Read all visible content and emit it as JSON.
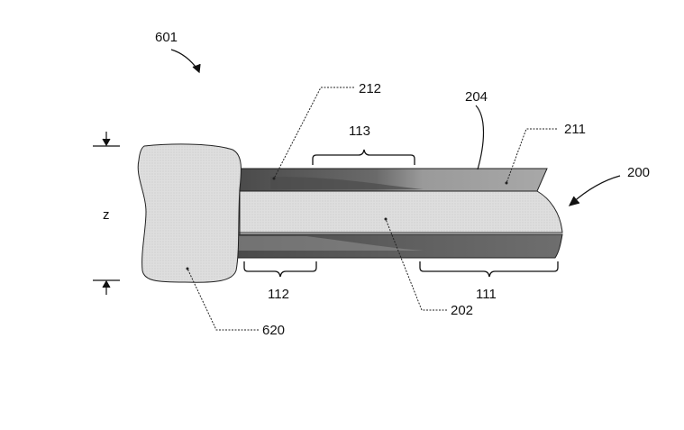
{
  "labels": {
    "figure": "601",
    "layer_top_dark": "212",
    "coating": "204",
    "outer_region": "211",
    "section_mid": "113",
    "assembly": "200",
    "dimension": "z",
    "section_left": "112",
    "section_right": "111",
    "core": "202",
    "cap": "620"
  },
  "colors": {
    "stroke": "#222222",
    "dark_layer": "#5c5c5c",
    "mid_layer": "#a8a8a8",
    "light_layer": "#dcdcdc",
    "cap_fill": "#d9d9d9"
  }
}
